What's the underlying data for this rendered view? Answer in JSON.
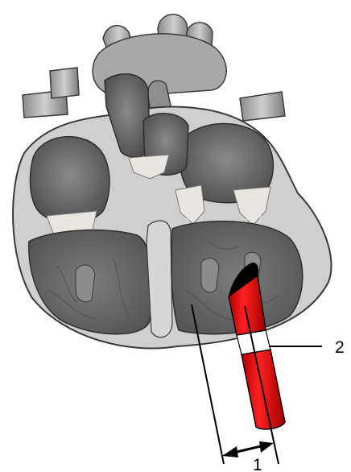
{
  "labels": {
    "dimension": "1",
    "callout": "2"
  },
  "colors": {
    "tissue_dark": "#6e6e6e",
    "tissue_mid": "#9a9a9a",
    "tissue_light": "#c8c8c8",
    "wall_pale": "#dcdcdc",
    "outline": "#3a3a3a",
    "tube": "#e00000",
    "tube_tip": "#000000",
    "line": "#000000"
  },
  "icons": [
    "heart-cross-section",
    "red-cannula",
    "dimension-arrow"
  ]
}
